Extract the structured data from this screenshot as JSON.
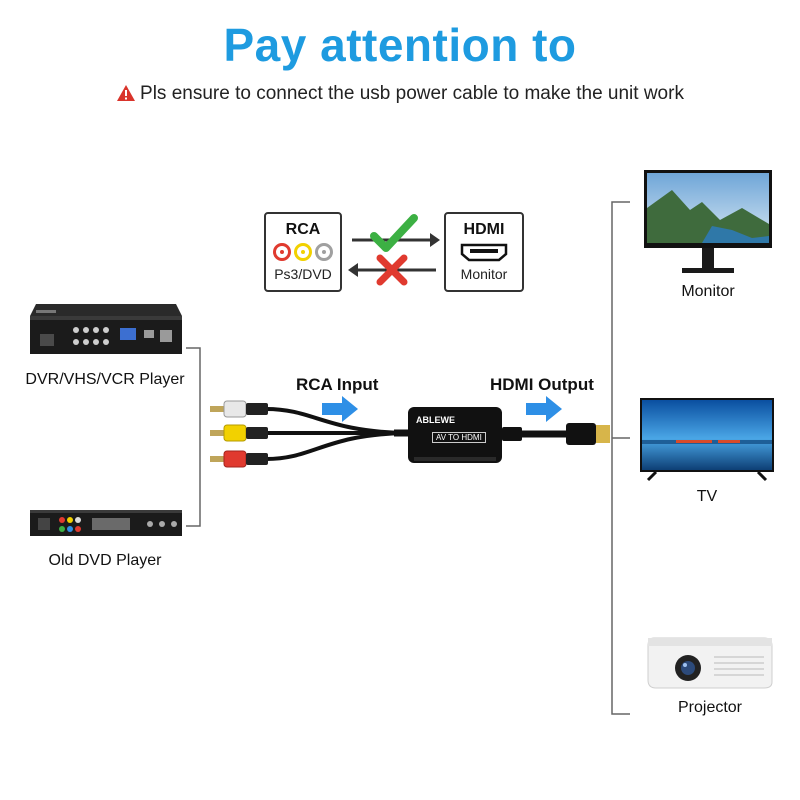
{
  "header": {
    "title": "Pay attention to",
    "warning": "Pls ensure to connect the usb power cable to make the unit work"
  },
  "compat": {
    "rca_title": "RCA",
    "rca_sub": "Ps3/DVD",
    "hdmi_title": "HDMI",
    "hdmi_sub": "Monitor"
  },
  "flow": {
    "input_label": "RCA Input",
    "output_label": "HDMI Output",
    "brand": "ABLEWE",
    "adapter_label": "AV TO HDMI"
  },
  "sources": {
    "dvr_label": "DVR/VHS/VCR Player",
    "dvd_label": "Old DVD Player"
  },
  "displays": {
    "monitor_label": "Monitor",
    "tv_label": "TV",
    "projector_label": "Projector"
  },
  "colors": {
    "title": "#1e9be0",
    "arrow_blue": "#2e8fe6",
    "check_green": "#3cb043",
    "cross_red": "#e03a2f",
    "warning_red": "#d9342b"
  }
}
